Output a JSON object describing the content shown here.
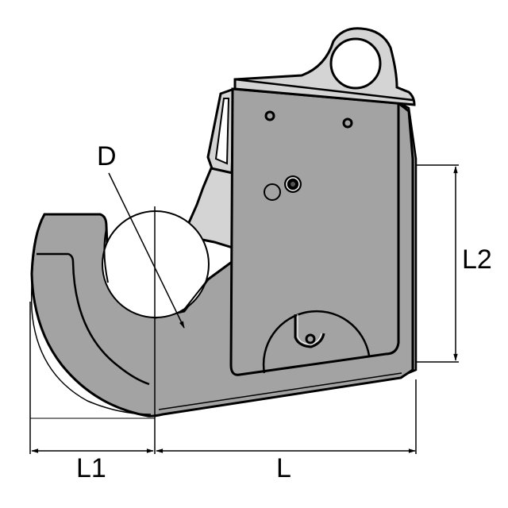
{
  "drawing": {
    "subject": "Top link quick coupler hook (technical drawing)",
    "colors": {
      "background": "#ffffff",
      "body_fill": "#a3a3a3",
      "light_fill": "#d4d4d4",
      "outline": "#000000",
      "pin_hole": "#ffffff"
    },
    "dimensions": {
      "diameter_label": "D",
      "width_label": "L",
      "offset_label": "L1",
      "height_label": "L2"
    }
  }
}
